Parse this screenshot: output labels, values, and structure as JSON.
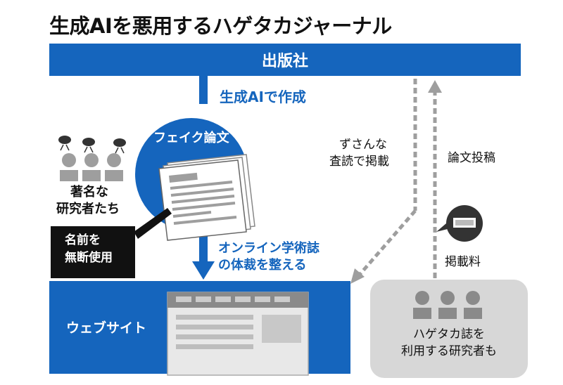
{
  "title": "生成AIを悪用するハゲタカジャーナル",
  "publisher": "出版社",
  "generated_by_ai": "生成AIで作成",
  "fake_paper": "フェイク論文",
  "famous_researchers": [
    "著名な",
    "研究者たち"
  ],
  "unauthorized_name_use": [
    "名前を",
    "無断使用"
  ],
  "online_journal_look": [
    "オンライン学術誌",
    "の体裁を整える"
  ],
  "website": "ウェブサイト",
  "sloppy_review": [
    "ずさんな",
    "査読で掲載"
  ],
  "paper_submission": "論文投稿",
  "publication_fee": "掲載料",
  "researchers_using": [
    "ハゲタカ誌を",
    "利用する研究者も"
  ],
  "colors": {
    "blue": "#1565bd",
    "gray": "#bdbdbd",
    "dark": "#111111"
  }
}
